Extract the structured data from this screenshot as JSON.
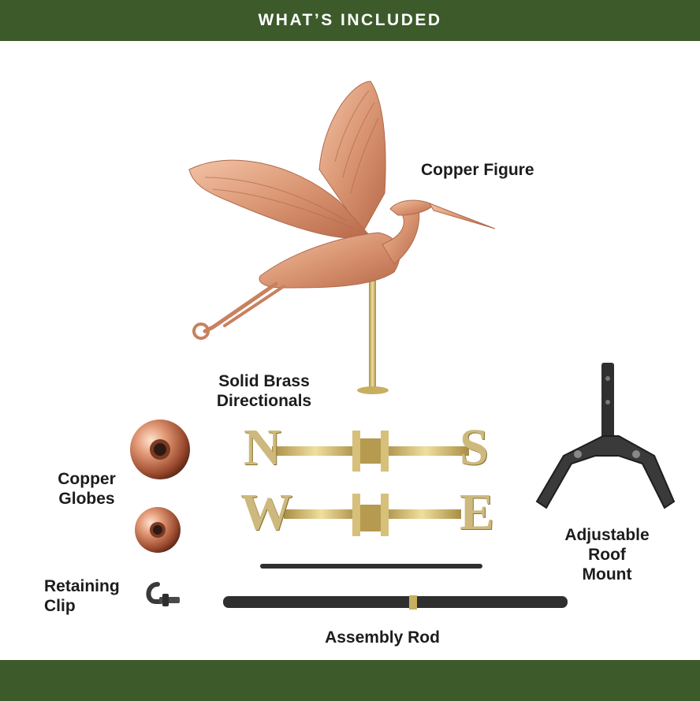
{
  "header": {
    "title": "WHAT’S INCLUDED"
  },
  "labels": {
    "copper_figure": "Copper Figure",
    "directionals_line1": "Solid Brass",
    "directionals_line2": "Directionals",
    "globes_line1": "Copper",
    "globes_line2": "Globes",
    "clip_line1": "Retaining",
    "clip_line2": "Clip",
    "roof_line1": "Adjustable",
    "roof_line2": "Roof",
    "roof_line3": "Mount",
    "assembly_rod": "Assembly Rod"
  },
  "directional_letters": {
    "n": "N",
    "s": "S",
    "w": "W",
    "e": "E"
  },
  "colors": {
    "band": "#3c5a2a",
    "copper": "#d99572",
    "brass": "#cdb97d",
    "rod": "#2f2f2f"
  }
}
